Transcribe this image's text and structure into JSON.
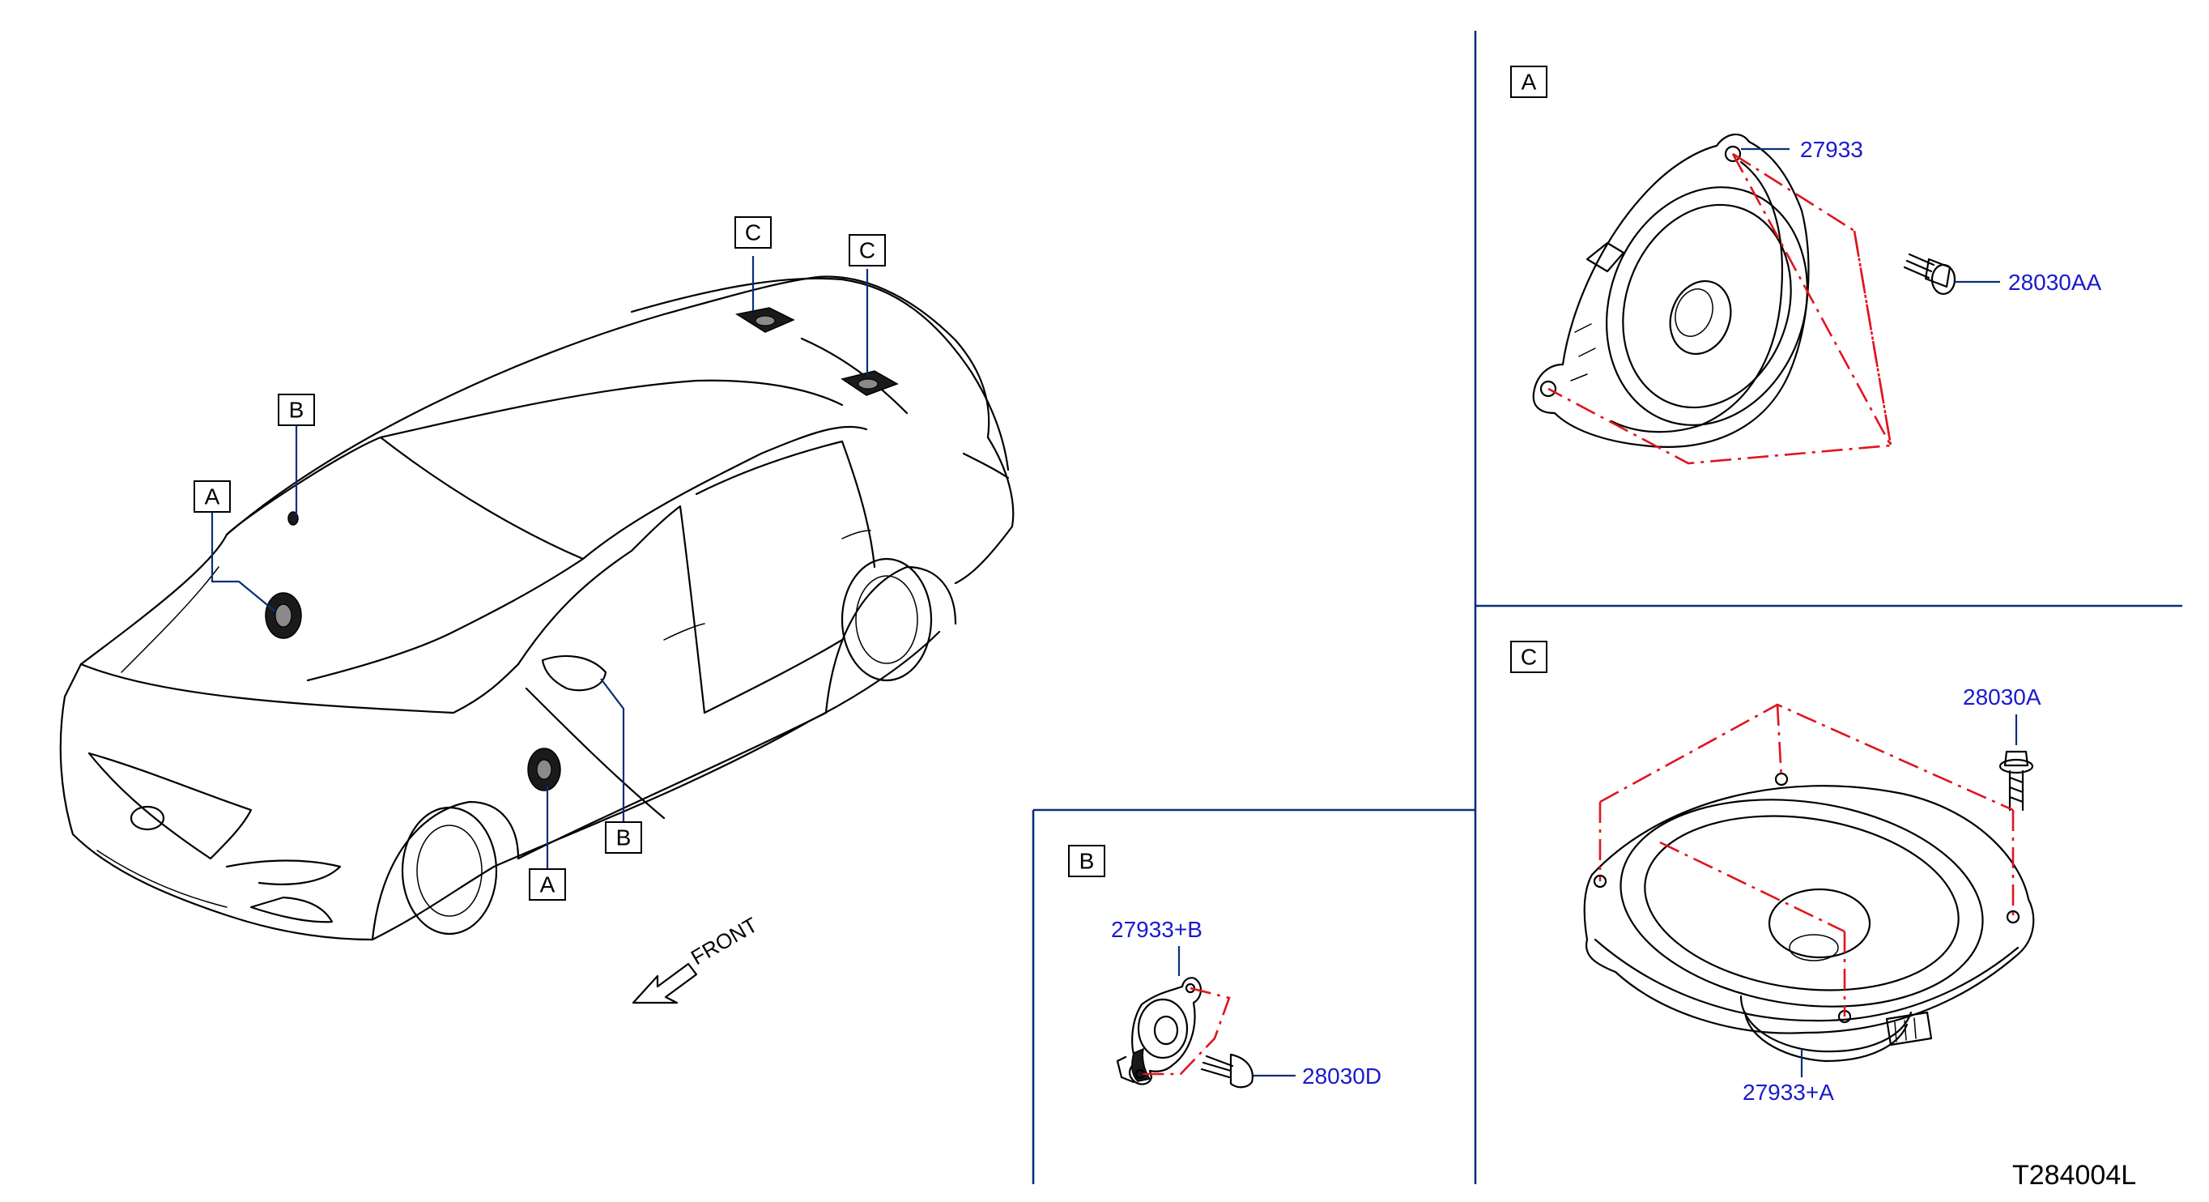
{
  "labels": {
    "section_a": "A",
    "section_b": "B",
    "section_c": "C"
  },
  "parts": {
    "a_speaker": "27933",
    "a_bolt": "28030AA",
    "b_speaker": "27933+B",
    "b_screw": "28030D",
    "c_bolt": "28030A",
    "c_speaker": "27933+A"
  },
  "direction_label": "FRONT",
  "diagram_code": "T284004L",
  "colors": {
    "part_number": "#1a1acc",
    "leader_line": "#0a2f7a",
    "phantom_line": "#e0141e"
  }
}
